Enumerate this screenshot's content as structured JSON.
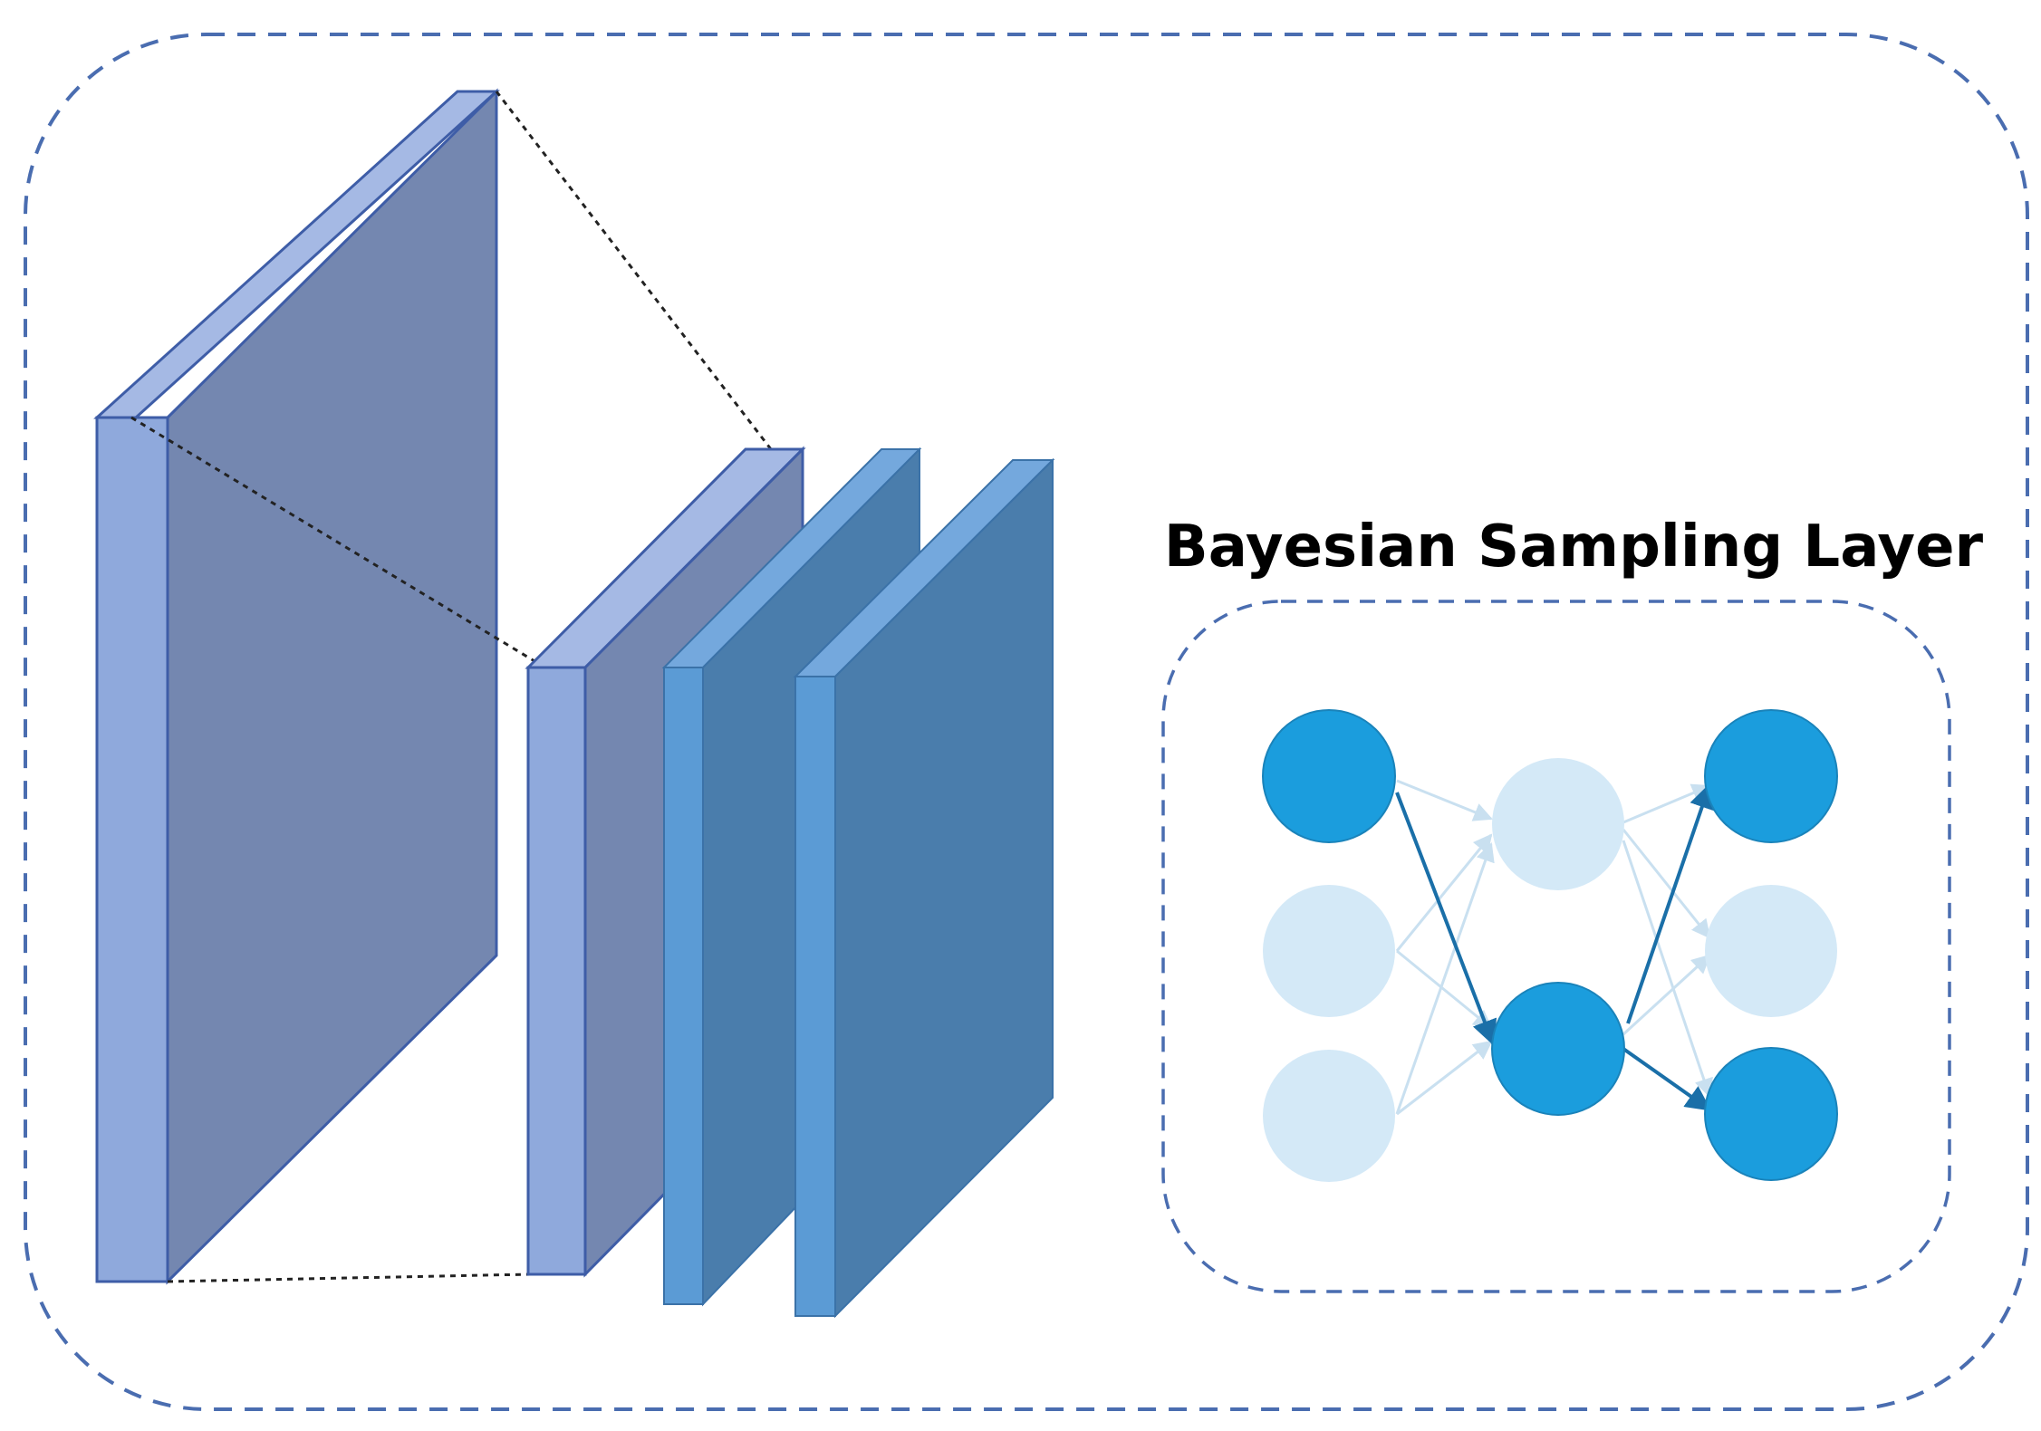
{
  "title": "Bayesian Sampling Layer",
  "colors": {
    "frame_border": "#4a6db0",
    "layer_face": "#8fa9dc",
    "layer_top": "#a5b9e4",
    "layer_side": "#7487b0",
    "layer_edge": "#3e5da7",
    "conv_face": "#5b9bd5",
    "conv_top": "#74a8dd",
    "conv_side": "#4a7dac",
    "conv_edge": "#3b72a8",
    "node_active": "#1b9ddd",
    "node_inactive": "#d4e9f7",
    "connection_active": "#1a6fa8",
    "connection_inactive": "#c9e0f0"
  },
  "network": {
    "columns": [
      {
        "name": "input",
        "nodes": [
          true,
          false,
          false
        ]
      },
      {
        "name": "hidden",
        "nodes": [
          false,
          true
        ]
      },
      {
        "name": "output",
        "nodes": [
          true,
          false,
          true
        ]
      }
    ],
    "active_paths": [
      [
        "input-0",
        "hidden-1"
      ],
      [
        "hidden-1",
        "output-0"
      ],
      [
        "hidden-1",
        "output-2"
      ]
    ]
  }
}
